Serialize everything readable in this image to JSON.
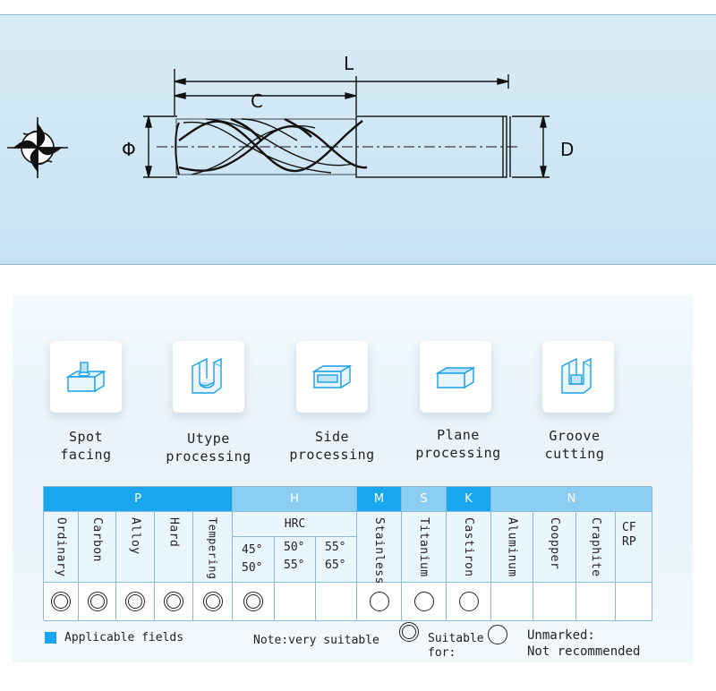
{
  "drawing": {
    "length_label": "L",
    "cut_length_label": "C",
    "shank_diameter_label": "D",
    "cut_diameter_label": "Φ"
  },
  "processes": [
    {
      "label_line1": "Spot",
      "label_line2": "facing",
      "icon": "spot-facing-icon"
    },
    {
      "label_line1": "Utype",
      "label_line2": "processing",
      "icon": "u-type-icon"
    },
    {
      "label_line1": "Side",
      "label_line2": "processing",
      "icon": "side-processing-icon"
    },
    {
      "label_line1": "Plane",
      "label_line2": "processing",
      "icon": "plane-processing-icon"
    },
    {
      "label_line1": "Groove",
      "label_line2": "cutting",
      "icon": "groove-cutting-icon"
    }
  ],
  "table": {
    "groups": {
      "p": "P",
      "h": "H",
      "m": "M",
      "s": "S",
      "k": "K",
      "n": "N"
    },
    "columns": {
      "ordinary": "Ordinary",
      "carbon": "Carbon",
      "alloy": "Alloy",
      "hard": "Hard",
      "tempering": "Tempering",
      "hrc": "HRC",
      "hrc_45_50": "45°\n50°",
      "hrc_50_55": "50°\n55°",
      "hrc_55_65": "55°\n65°",
      "stainless": "Stainless",
      "titanium": "Titanium",
      "castiron": "Castiron",
      "aluminum": "Aluminum",
      "coopper": "Coopper",
      "craphite": "Craphite",
      "cfrp": "CF\nRP"
    },
    "ratings": [
      "double",
      "double",
      "double",
      "double",
      "double",
      "double",
      "none",
      "none",
      "single",
      "single",
      "single",
      "none",
      "none",
      "none",
      "none"
    ],
    "colors": {
      "applicable": "#18a7ee",
      "secondary": "#8ccdf3"
    }
  },
  "legend": {
    "applicable": "Applicable fields",
    "note": "Note:very suitable",
    "suitable_line1": "Suitable",
    "suitable_line2": "for:",
    "unmarked_line1": "Unmarked:",
    "unmarked_line2": "Not recommended"
  }
}
